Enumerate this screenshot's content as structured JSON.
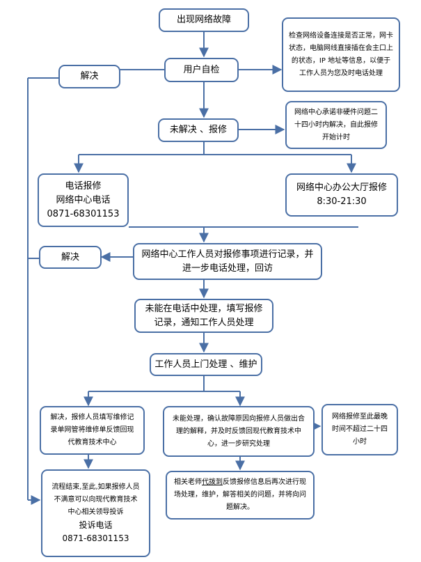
{
  "nodes": {
    "start": "出现网络故障",
    "self_check": "用户自检",
    "self_check_note": "检查网络设备连接是否正常，网卡状态，电脑网线直接插在会主口上的状态，IP 地址等信息，以便于工作人员为您及时电话处理",
    "resolved_1": "解决",
    "unresolved_report": "未解决 、报修",
    "commitment_note": "网络中心承诺非硬件问题二十四小时内解决，自此报修开始计时",
    "phone_report": {
      "title": "电话报修",
      "subtitle": "网络中心电话",
      "phone": "0871-68301153"
    },
    "hall_report": {
      "title": "网络中心办公大厅报修",
      "hours": "8:30-21:30"
    },
    "resolved_2": "解决",
    "record": "网络中心工作人员对报修事项进行记录，并进一步电话处理，回访",
    "fill_record": "未能在电话中处理，填写报修记录，通知工作人员处理",
    "onsite": "工作人员上门处理 、维护",
    "solved_feedback": "解决，报修人员填写维修记录单网管将维修单反馈回现代教育技术中心",
    "unsolved_feedback": "未能处理，确认故障原因向报修人员做出合理的解释，并及时反馈回现代教育技术中心，进一步研究处理",
    "deadline": "网络报修至此最晚时间不超过二十四小时",
    "end": {
      "text": "流程结束,至此,如果报修人员不满意可以向现代教育技术中心相关领导投诉",
      "complaint": "投诉电话",
      "phone": "0871-68301153"
    },
    "revisit": {
      "before": "相关老师",
      "underlined": "代拨到",
      "after": "反馈报修信息后再次进行现场处理，维护，解答相关的问题，并将向问题解决。"
    }
  },
  "colors": {
    "border": "#4a6fa5",
    "arrow": "#4a6fa5",
    "background": "#ffffff"
  }
}
